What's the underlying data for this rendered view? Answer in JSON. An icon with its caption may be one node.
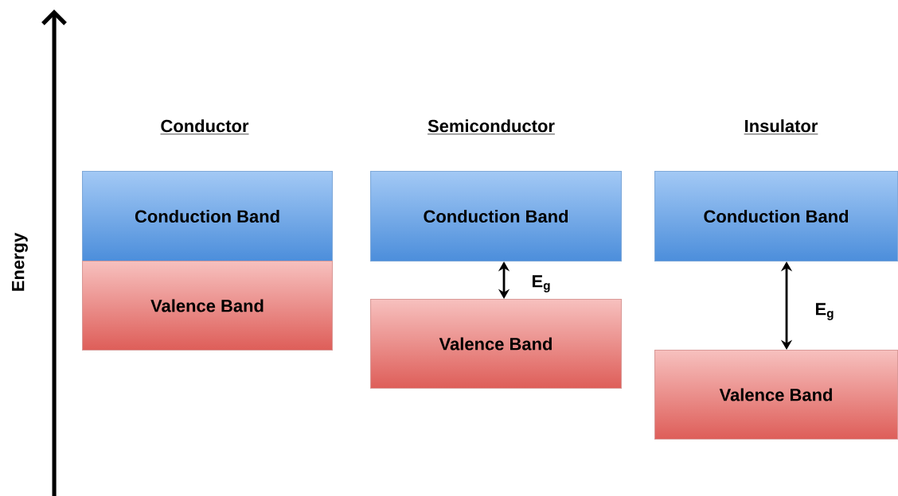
{
  "diagram": {
    "nodes": [
      {
        "text": [
          "Conduction Band"
        ]
      },
      {
        "text": [
          "Valence  Band"
        ]
      },
      {
        "text": [
          "Conduction Band"
        ]
      },
      {
        "text": [
          "Valence  Band"
        ]
      },
      {
        "text": [
          "Conduction Band"
        ]
      },
      {
        "text": [
          "Valence  Band"
        ]
      }
    ],
    "edges": [
      {
        "from": 2,
        "to": 3,
        "arrow": "both",
        "label": "E$_{g}$"
      },
      {
        "from": 4,
        "to": 5,
        "arrow": "both",
        "label": "E$_{g}$"
      }
    ],
    "labels": [
      "Conductor",
      "Semiconductor",
      "Insulator",
      "Energy"
    ]
  }
}
